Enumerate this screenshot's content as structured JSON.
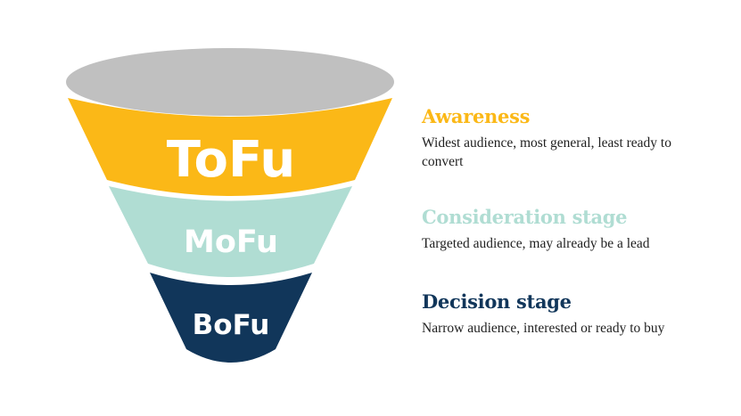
{
  "colors": {
    "top_ellipse": "#c0c0c0",
    "tofu": "#fbb817",
    "mofu": "#b0ddd3",
    "bofu": "#11365a",
    "text_dark": "#1f1f1f"
  },
  "funnel": {
    "stages": [
      {
        "label": "ToFu",
        "color": "#fbb817"
      },
      {
        "label": "MoFu",
        "color": "#b0ddd3"
      },
      {
        "label": "BoFu",
        "color": "#11365a"
      }
    ]
  },
  "legend": {
    "items": [
      {
        "title": "Awareness",
        "color": "#fbb817",
        "description": "Widest audience, most general, least ready to convert"
      },
      {
        "title": "Consideration stage",
        "color": "#b0ddd3",
        "description": "Targeted audience, may already be a lead"
      },
      {
        "title": "Decision stage",
        "color": "#11365a",
        "description": "Narrow audience, interested or ready to buy"
      }
    ]
  }
}
